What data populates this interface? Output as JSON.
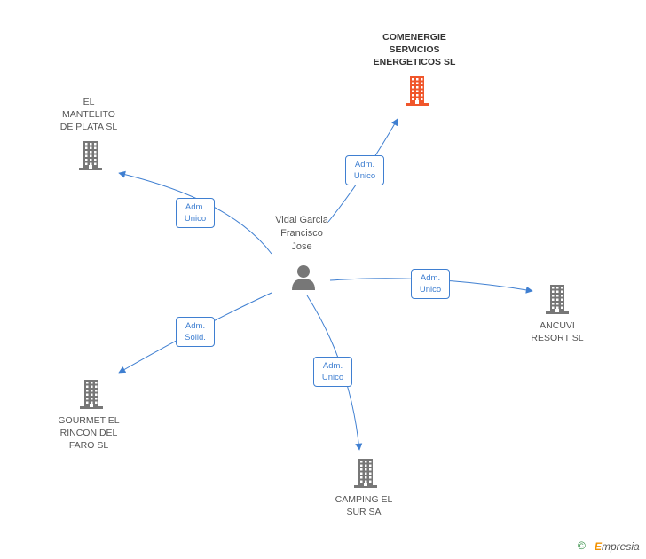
{
  "center": {
    "name_lines": [
      "Vidal Garcia",
      "Francisco",
      "Jose"
    ]
  },
  "companies": [
    {
      "id": "comenergie",
      "lines": [
        "COMENERGIE",
        "SERVICIOS",
        "ENERGETICOS SL"
      ],
      "highlight": true,
      "color": "#f0562b"
    },
    {
      "id": "mantelito",
      "lines": [
        "EL",
        "MANTELITO",
        "DE PLATA SL"
      ],
      "highlight": false,
      "color": "#777777"
    },
    {
      "id": "ancuvi",
      "lines": [
        "ANCUVI",
        "RESORT  SL"
      ],
      "highlight": false,
      "color": "#777777"
    },
    {
      "id": "gourmet",
      "lines": [
        "GOURMET EL",
        "RINCON DEL",
        "FARO SL"
      ],
      "highlight": false,
      "color": "#777777"
    },
    {
      "id": "camping",
      "lines": [
        "CAMPING EL",
        "SUR SA"
      ],
      "highlight": false,
      "color": "#777777"
    }
  ],
  "relations": [
    {
      "target": "comenergie",
      "lines": [
        "Adm.",
        "Unico"
      ]
    },
    {
      "target": "mantelito",
      "lines": [
        "Adm.",
        "Unico"
      ]
    },
    {
      "target": "ancuvi",
      "lines": [
        "Adm.",
        "Unico"
      ]
    },
    {
      "target": "gourmet",
      "lines": [
        "Adm.",
        "Solid."
      ]
    },
    {
      "target": "camping",
      "lines": [
        "Adm.",
        "Unico"
      ]
    }
  ],
  "colors": {
    "edge": "#3f7fd1",
    "person": "#777777"
  },
  "footer": {
    "copyright": "©",
    "brand_initial": "E",
    "brand_rest": "mpresia"
  }
}
